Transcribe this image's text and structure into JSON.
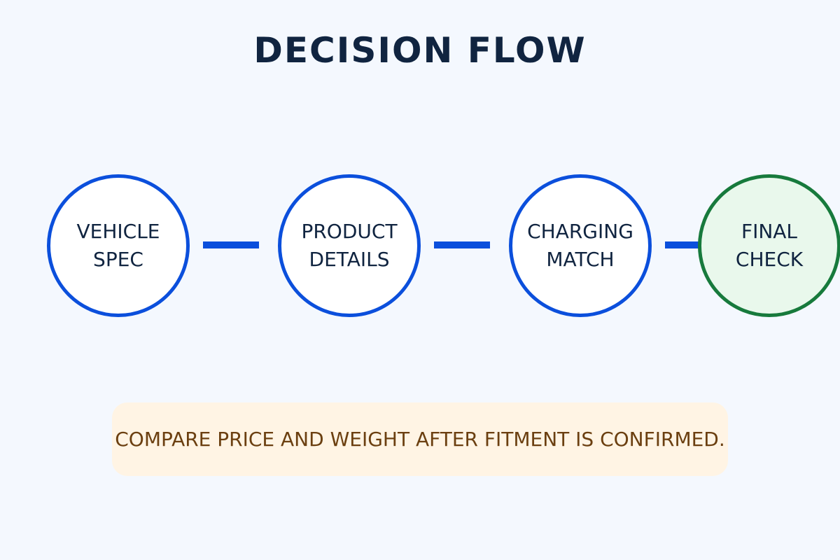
{
  "title": "DECISION FLOW",
  "steps": [
    {
      "lines": [
        "VEHICLE",
        "SPEC"
      ]
    },
    {
      "lines": [
        "PRODUCT",
        "DETAILS"
      ]
    },
    {
      "lines": [
        "CHARGING",
        "MATCH"
      ]
    },
    {
      "lines": [
        "FINAL",
        "CHECK"
      ]
    }
  ],
  "note": "COMPARE PRICE AND WEIGHT AFTER FITMENT IS CONFIRMED.",
  "colors": {
    "background": "#f4f8fe",
    "title": "#102440",
    "step_border": "#0b4fdc",
    "final_border": "#177a3c",
    "final_fill": "#e9f8ec",
    "note_fill": "#fff4e4",
    "note_text": "#6b3f10"
  }
}
